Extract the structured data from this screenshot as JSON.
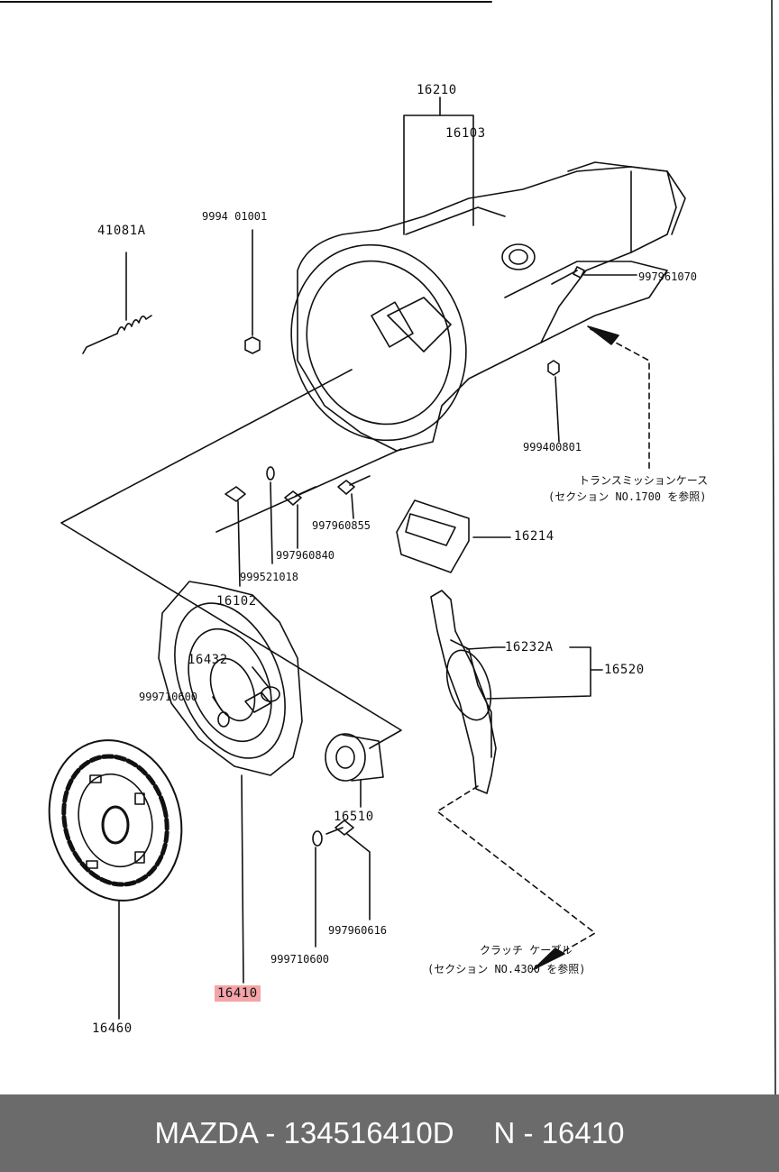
{
  "labels": {
    "l16210": "16210",
    "l16103": "16103",
    "l41081A": "41081A",
    "l999401001": "9994 01001",
    "l997961070": "997961070",
    "l999400801": "999400801",
    "note_trans_1": "トランスミッションケース",
    "note_trans_2": "(セクション NO.1700 を参照)",
    "l997960855": "997960855",
    "l997960840": "997960840",
    "l999521018": "999521018",
    "l16102": "16102",
    "l16214": "16214",
    "l16232A": "16232A",
    "l16520": "16520",
    "l16432": "16432",
    "l999710600a": "999710600",
    "l16510": "16510",
    "l997960616": "997960616",
    "l999710600b": "999710600",
    "note_clutch_1": "クラッチ ケーブル",
    "note_clutch_2": "(セクション NO.4300 を参照)",
    "l16410": "16410",
    "l16460": "16460"
  },
  "highlight_color": "#f4a4a8",
  "footer": {
    "brand": "MAZDA - 134516410D",
    "part_ref": "N - 16410"
  }
}
